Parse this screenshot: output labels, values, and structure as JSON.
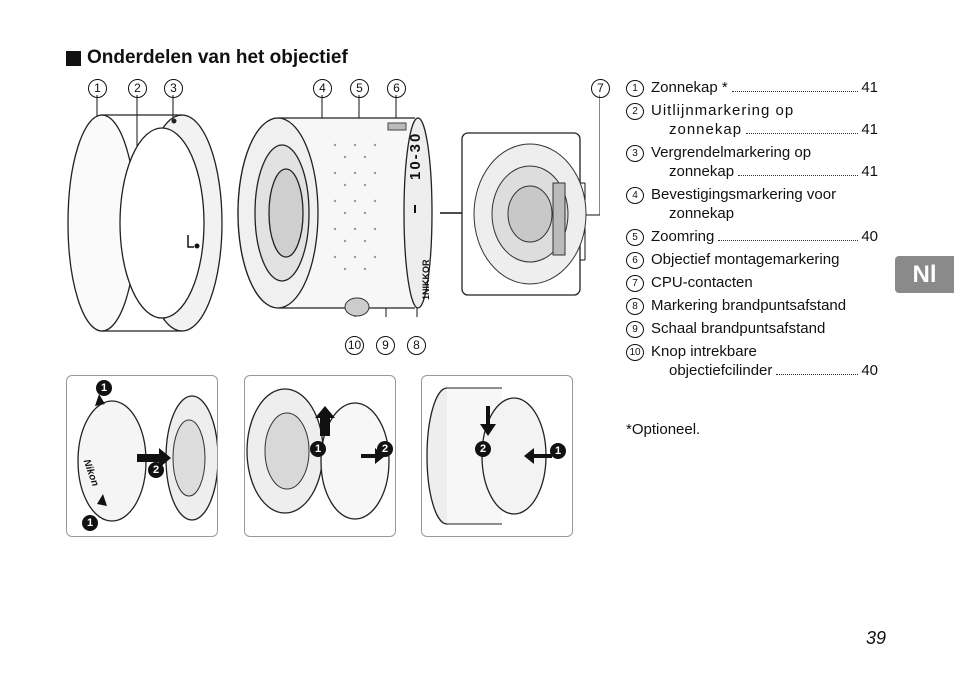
{
  "section_title": "Onderdelen van het objectief",
  "callouts": [
    "1",
    "2",
    "3",
    "4",
    "5",
    "6",
    "7",
    "8",
    "9",
    "10"
  ],
  "step_markers": {
    "one": "1",
    "two": "2"
  },
  "lens_markings": {
    "zoom_scale": "10-30",
    "brand": "1NIKKOR",
    "cap_brand": "Nikon"
  },
  "parts": [
    {
      "n": "1",
      "lines": [
        "Zonnekap *"
      ],
      "page": "41"
    },
    {
      "n": "2",
      "lines": [
        "Uitlijnmarkering op",
        "zonnekap"
      ],
      "page": "41"
    },
    {
      "n": "3",
      "lines": [
        "Vergrendelmarkering op",
        "zonnekap"
      ],
      "page": "41"
    },
    {
      "n": "4",
      "lines": [
        "Bevestigingsmarkering voor",
        "zonnekap"
      ],
      "page": ""
    },
    {
      "n": "5",
      "lines": [
        "Zoomring"
      ],
      "page": "40"
    },
    {
      "n": "6",
      "lines": [
        "Objectief montagemarkering"
      ],
      "page": ""
    },
    {
      "n": "7",
      "lines": [
        "CPU-contacten"
      ],
      "page": ""
    },
    {
      "n": "8",
      "lines": [
        "Markering brandpuntsafstand"
      ],
      "page": ""
    },
    {
      "n": "9",
      "lines": [
        "Schaal brandpuntsafstand"
      ],
      "page": ""
    },
    {
      "n": "10",
      "lines": [
        "Knop intrekbare",
        "objectiefcilinder"
      ],
      "page": "40"
    }
  ],
  "footnote": "*Optioneel.",
  "language_tab": "Nl",
  "page_number": "39"
}
